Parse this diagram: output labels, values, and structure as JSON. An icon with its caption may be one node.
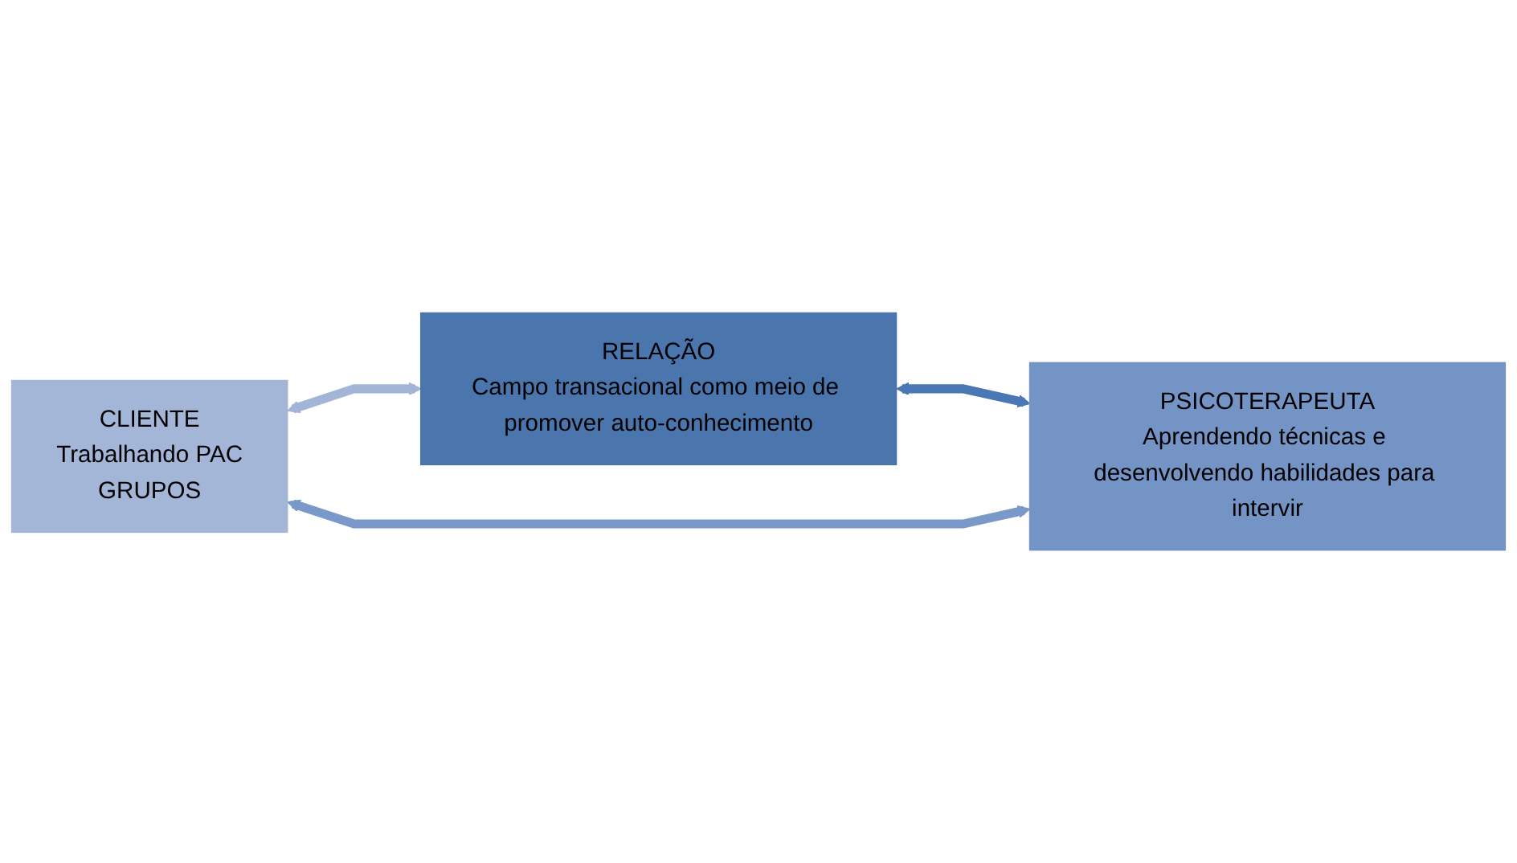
{
  "diagram": {
    "nodes": [
      {
        "text": [
          "RELAÇÃO",
          "Campo transacional como meio de promover auto-conhecimento"
        ]
      },
      {
        "text": [
          "CLIENTE",
          "Trabalhando PAC",
          "GRUPOS"
        ]
      },
      {
        "text": [
          "PSICOTERAPEUTA",
          "Aprendendo técnicas e desenvolvendo habilidades para intervir"
        ]
      }
    ],
    "edges": [
      {
        "from": 1,
        "to": 0,
        "arrow": "both",
        "color": "#a3b5d6"
      },
      {
        "from": 0,
        "to": 2,
        "arrow": "both",
        "color": "#4a78b4"
      },
      {
        "from": 1,
        "to": 2,
        "arrow": "both",
        "color": "#7a98c8"
      }
    ]
  }
}
